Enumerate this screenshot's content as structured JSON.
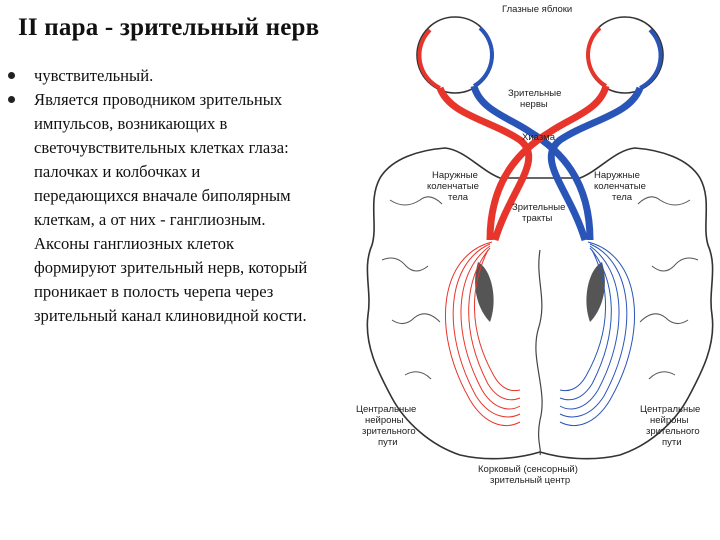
{
  "title": "II пара - зрительный нерв",
  "bullets": [
    " чувствительный.",
    " Является проводником зрительных импульсов, возникающих в светочувствительных клетках глаза: палочках  и колбочках и передающихся вначале биполярным клеткам, а от них - ганглиозным. Аксоны ганглиозных клеток формируют зрительный нерв, который проникает в полость черепа через зрительный канал клиновидной кости."
  ],
  "diagram": {
    "eyeballs": "Глазные яблоки",
    "optic_nerves": [
      "Зрительные",
      "нервы"
    ],
    "chiasm": "Хиазма",
    "lgb_left": [
      "Наружные",
      "коленчатые",
      "тела"
    ],
    "lgb_right": [
      "Наружные",
      "коленчатые",
      "тела"
    ],
    "optic_tracts": [
      "Зрительные",
      "тракты"
    ],
    "central_left": [
      "Центральные",
      "нейроны",
      "зрительного",
      "пути"
    ],
    "central_right": [
      "Центральные",
      "нейроны",
      "зрительного",
      "пути"
    ],
    "cortex": [
      "Корковый (сенсорный)",
      "зрительный центр"
    ]
  },
  "colors": {
    "red": "#e8352b",
    "blue": "#2a55b8",
    "outline": "#333333"
  }
}
